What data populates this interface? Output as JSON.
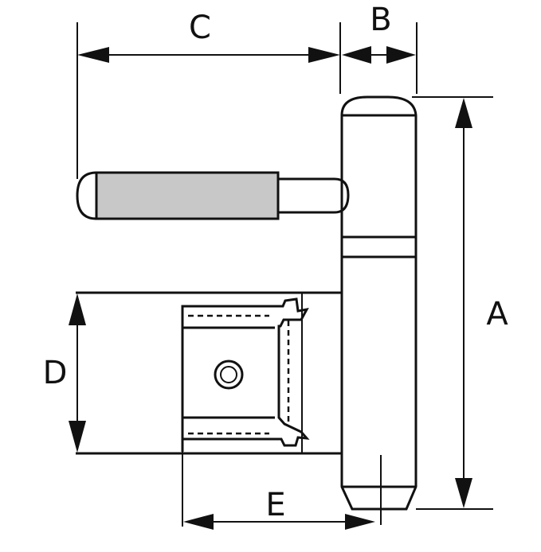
{
  "labels": {
    "a": "A",
    "b": "B",
    "c": "C",
    "d": "D",
    "e": "E"
  },
  "colors": {
    "line": "#111111",
    "pin_sleeve": "#c8c8c8",
    "background": "#ffffff"
  }
}
